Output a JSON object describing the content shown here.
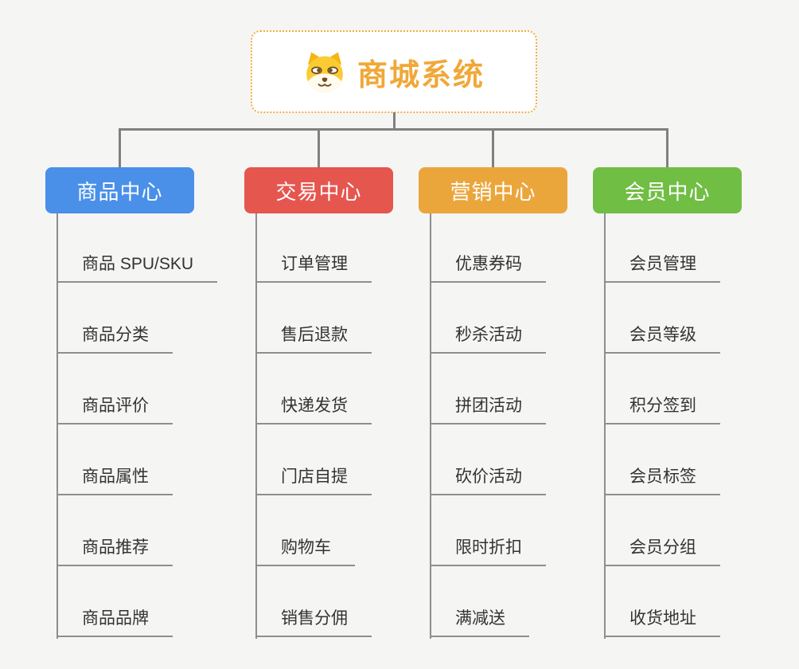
{
  "root": {
    "title": "商城系统",
    "icon": "shiba-dog-icon"
  },
  "branches": [
    {
      "label": "商品中心",
      "color": "#4a90e8",
      "items": [
        "商品 SPU/SKU",
        "商品分类",
        "商品评价",
        "商品属性",
        "商品推荐",
        "商品品牌"
      ]
    },
    {
      "label": "交易中心",
      "color": "#e5564f",
      "items": [
        "订单管理",
        "售后退款",
        "快递发货",
        "门店自提",
        "购物车",
        "销售分佣"
      ]
    },
    {
      "label": "营销中心",
      "color": "#eba63b",
      "items": [
        "优惠券码",
        "秒杀活动",
        "拼团活动",
        "砍价活动",
        "限时折扣",
        "满减送"
      ]
    },
    {
      "label": "会员中心",
      "color": "#70be44",
      "items": [
        "会员管理",
        "会员等级",
        "积分签到",
        "会员标签",
        "会员分组",
        "收货地址"
      ]
    }
  ],
  "palette": {
    "background": "#f5f5f4",
    "root_border": "#f3ac3c",
    "root_text": "#f0a838",
    "connector": "#808080",
    "underline": "#8e8e8e",
    "item_text": "#333333"
  }
}
